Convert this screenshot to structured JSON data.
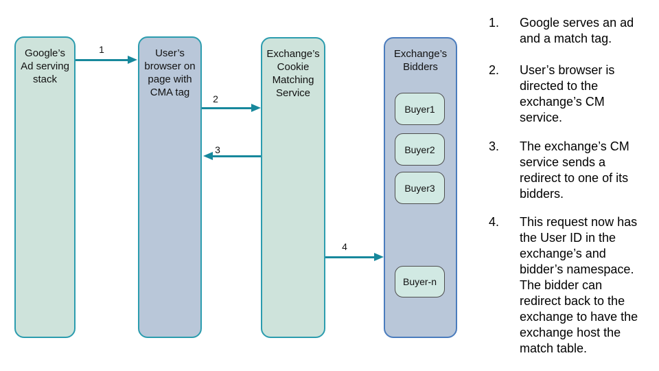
{
  "diagram": {
    "nodes": [
      {
        "label": "Google’s\nAd serving\nstack"
      },
      {
        "label": "User’s\nbrowser on\npage with\nCMA tag"
      },
      {
        "label": "Exchange’s\nCookie\nMatching\nService"
      },
      {
        "label": "Exchange’s\nBidders"
      }
    ],
    "buyers": [
      "Buyer1",
      "Buyer2",
      "Buyer3",
      "Buyer-n"
    ],
    "arrows": [
      {
        "label": "1"
      },
      {
        "label": "2"
      },
      {
        "label": "3"
      },
      {
        "label": "4"
      }
    ]
  },
  "steps": [
    {
      "num": "1.",
      "text": "Google serves an ad\nand a match tag."
    },
    {
      "num": "2.",
      "text": "User’s browser is\ndirected to the\nexchange’s CM\nservice."
    },
    {
      "num": "3.",
      "text": "The exchange’s CM\nservice sends a\nredirect to one of its\nbidders."
    },
    {
      "num": "4.",
      "text": "This request now has\nthe User ID in the\nexchange’s and\nbidder’s namespace.\nThe bidder can\nredirect back to the\nexchange to have the\nexchange host the\nmatch table."
    }
  ],
  "colors": {
    "teal": "#2b9cae",
    "green-fill": "#cee3db",
    "blue-fill": "#b9c7d9",
    "blue-border": "#4a7cbd",
    "buyer-fill": "#d1e9e3",
    "buyer-border": "#4d4d4d",
    "arrow": "#17889c",
    "text": "#111111"
  }
}
